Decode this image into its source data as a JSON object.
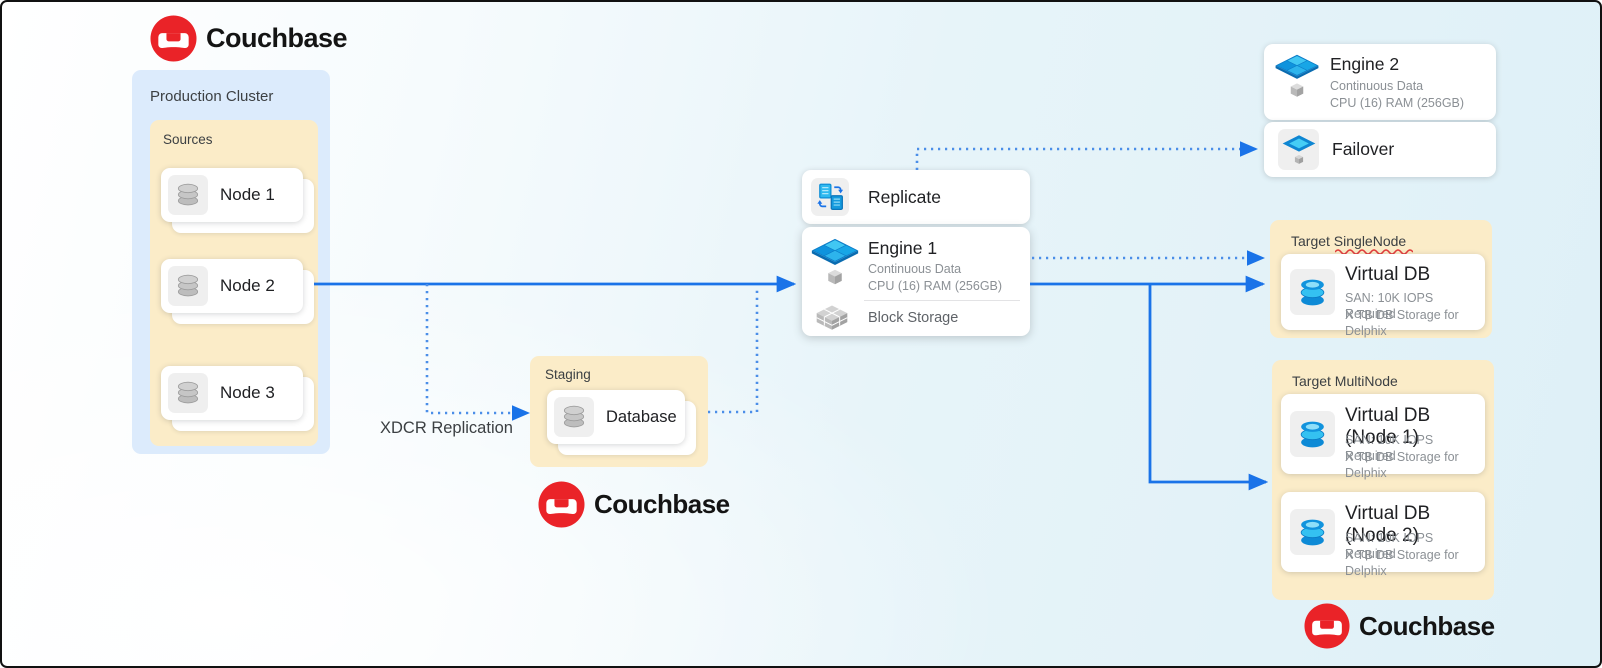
{
  "brand": {
    "wordmark": "Couchbase"
  },
  "production_cluster": {
    "label": "Production Cluster",
    "sources_label": "Sources",
    "nodes": [
      {
        "label": "Node 1"
      },
      {
        "label": "Node 2"
      },
      {
        "label": "Node 3"
      }
    ]
  },
  "flows": {
    "xdcr_label": "XDCR Replication"
  },
  "staging": {
    "label": "Staging",
    "database_label": "Database"
  },
  "replicate": {
    "label": "Replicate"
  },
  "engine1": {
    "title": "Engine 1",
    "subtitle1": "Continuous Data",
    "subtitle2": "CPU (16) RAM (256GB)",
    "block_storage_label": "Block Storage"
  },
  "engine2": {
    "title": "Engine 2",
    "subtitle1": "Continuous Data",
    "subtitle2": "CPU (16) RAM (256GB)"
  },
  "failover": {
    "label": "Failover"
  },
  "target_singlenode": {
    "label": "Target SingleNode",
    "card": {
      "title": "Virtual DB",
      "subtitle1": "SAN: 10K IOPS Required",
      "subtitle2": "X TB DB Storage for Delphix"
    }
  },
  "target_multinode": {
    "label": "Target MultiNode",
    "cards": [
      {
        "title": "Virtual DB (Node 1)",
        "subtitle1": "SAN: 10K IOPS Required",
        "subtitle2": "X TB DB Storage for Delphix"
      },
      {
        "title": "Virtual DB (Node 2)",
        "subtitle1": "SAN: 10K IOPS Required",
        "subtitle2": "X TB DB Storage for Delphix"
      }
    ]
  },
  "colors": {
    "arrow_blue": "#1a73e8",
    "dotted_blue": "#4b8ee8",
    "couchbase_red": "#ea2328",
    "cluster_bg": "#dcebfc",
    "group_bg": "#fbecc8",
    "title_text": "#202124",
    "muted_text": "#8b9095"
  }
}
